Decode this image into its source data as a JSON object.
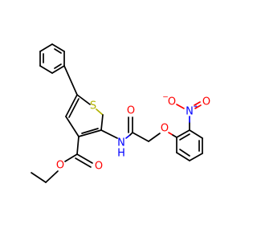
{
  "colors": {
    "carbon_bond": "#000000",
    "oxygen": "#ff0000",
    "nitrogen": "#0000ff",
    "sulfur": "#b2b200"
  },
  "atoms": {
    "sulfur": "S",
    "amide_nh": "N",
    "amide_h": "H",
    "amide_o": "O",
    "ether_o": "O",
    "nitro_n": "N",
    "nitro_n_charge": "+",
    "nitro_o_top": "O",
    "nitro_o_charge": "−",
    "nitro_o_right": "O",
    "ester_o_carbonyl": "O",
    "ester_o_ether": "O"
  }
}
